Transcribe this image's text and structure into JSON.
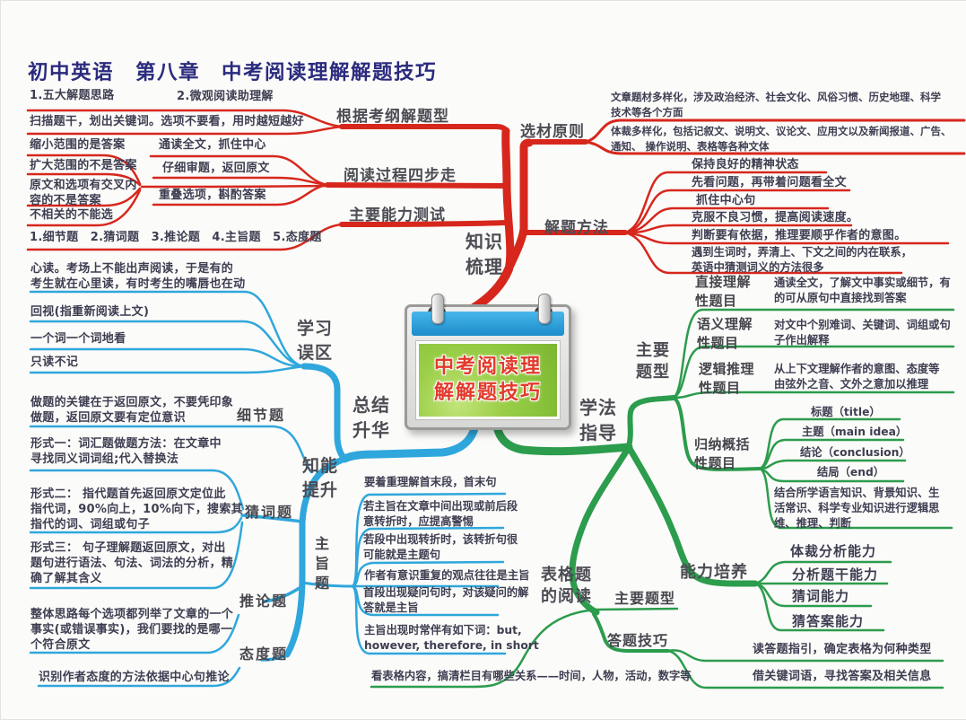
{
  "page_title": "初中英语　第八章　中考阅读理解解题技巧",
  "center_node": {
    "text": "中考阅读理\n解解题技巧"
  },
  "colors": {
    "red": "#D7271D",
    "blue": "#2FA7DC",
    "green": "#2C9C4D",
    "title_navy": "#2B2B7E",
    "leaf_text": "#3E3E52"
  },
  "knowledge_sorting": {
    "label": "知识\n梳理",
    "exam_outline": {
      "label": "根据考纲解题型",
      "item1": "1.五大解题思路",
      "item2": "2.微观阅读助理解",
      "scan": "扫描题干，划出关键词。选项不要看，用时越短越好"
    },
    "four_steps": {
      "label": "阅读过程四步走",
      "read_all": "通读全文，抓住中心",
      "review": "仔细审题，返回原文",
      "overlap": "重叠选项，斟酌答案",
      "narrow": "缩小范围的是答案",
      "expand": "扩大范围的不是答案",
      "cross": "原文和选项有交叉内\n容的不是答案",
      "irrelevant": "不相关的不能选"
    },
    "ability_test": {
      "label": "主要能力测试",
      "types": "1.细节题　2.猜词题　3.推论题　4.主旨题　5.态度题"
    }
  },
  "material_principle": {
    "label": "选材原则",
    "subjects": "文章题材多样化，涉及政治经济、社会文化、风俗习惯、历史地理、科学\n技术等各个方面",
    "genres": "体裁多样化，包括记叙文、说明文、议论文、应用文以及新闻报道、广告、\n通知、 操作说明、表格等各种文体"
  },
  "solving_methods": {
    "label": "解题方法",
    "m1": "保持良好的精神状态",
    "m2": "先看问题，再带着问题看全文",
    "m3": "抓住中心句",
    "m4": "克服不良习惯，提高阅读速度。",
    "m5": "判断要有依据，推理要顺乎作者的意图。",
    "m6": "遇到生词时，弄清上、下文之间的内在联系，\n英语中猜测词义的方法很多"
  },
  "study_guidance": {
    "label": "学法\n指导",
    "question_types": {
      "label": "主要\n题型",
      "direct": {
        "label": "直接理解\n性题目",
        "desc": "通读全文，了解文中事实或细节，有\n的可从原句中直接找到答案"
      },
      "semantic": {
        "label": "语义理解\n性题目",
        "desc": "对文中个别难词、关键词、词组或句\n子作出解释"
      },
      "logic": {
        "label": "逻辑推理\n性题目",
        "desc": "从上下文理解作者的意图、态度等\n由弦外之音、文外之意加以推理"
      },
      "summary": {
        "label": "归纳概括\n性题目",
        "title": "标题（title）",
        "main_idea": "主题（main idea）",
        "conclusion": "结论（conclusion）",
        "end": "结局（end）",
        "desc": "结合所学语言知识、背景知识、生\n活常识、科学专业知识进行逻辑思\n维、推理、判断"
      }
    },
    "ability_training": {
      "label": "能力培养",
      "a1": "体裁分析能力",
      "a2": "分析题干能力",
      "a3": "猜词能力",
      "a4": "猜答案能力"
    },
    "table_reading": {
      "label": "表格题\n的阅读",
      "main_types": {
        "label": "主要题型",
        "desc": "看表格内容，搞清栏目有哪些关系——时间，人物，活动，数字等"
      },
      "answer_skills": {
        "label": "答题技巧",
        "s1": "读答题指引，确定表格为何种类型",
        "s2": "借关键词语，寻找答案及相关信息"
      }
    }
  },
  "summary_sublimation": {
    "label": "总结\n升华",
    "misconceptions": {
      "label": "学习\n误区",
      "m1": "心读。考场上不能出声阅读，于是有的\n考生就在心里读，有时考生的嘴唇也在动",
      "m2": "回视(指重新阅读上文)",
      "m3": "一个词一个词地看",
      "m4": "只读不记"
    },
    "improvement": {
      "label": "知能\n提升",
      "detail": {
        "label": "细节题",
        "desc": "做题的关键在于返回原文，不要凭印象\n做题，返回原文要有定位意识"
      },
      "word_guess": {
        "label": "猜词题",
        "f1": "形式一：词汇题做题方法：在文章中\n寻找同义词词组;代入替换法",
        "f2": "形式二： 指代题首先返回原文定位此\n指代词，90%向上，10%向下，搜索其\n指代的词、词组或句子",
        "f3": "形式三： 句子理解题返回原文，对出\n题句进行语法、句法、词法的分析，精\n确了解其含义"
      },
      "inference": {
        "label": "推论题",
        "desc": "整体思路每个选项都列举了文章的一个\n事实(或错误事实)，我们要找的是哪一\n个符合原文"
      },
      "attitude": {
        "label": "态度题",
        "desc": "识别作者态度的方法依据中心句推论"
      },
      "main_idea": {
        "label": "主旨题",
        "g1": "要着重理解首末段，首末句",
        "g2": "若主旨在文章中间出现或前后段\n意转折时，应提高警惕",
        "g3": "若段中出现转折时，该转折句很\n可能就是主题句",
        "g4": "作者有意识重复的观点往往是主旨",
        "g5": "首段出现疑问句时，对该疑问的解\n答就是主旨",
        "g6": "主旨出现时常伴有如下词：but,\nhowever, therefore, in short"
      }
    }
  }
}
